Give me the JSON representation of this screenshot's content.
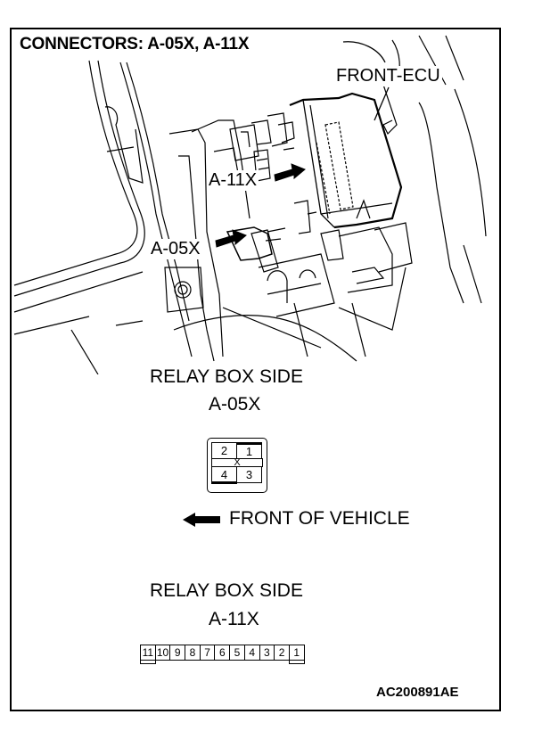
{
  "title": "CONNECTORS: A-05X, A-11X",
  "illustration": {
    "labels": {
      "front_ecu": "FRONT-ECU",
      "a11x": "A-11X",
      "a05x": "A-05X"
    }
  },
  "connector_a05x": {
    "side_label": "RELAY BOX SIDE",
    "name": "A-05X",
    "pins_top": [
      "2",
      "1"
    ],
    "pins_bottom": [
      "4",
      "3"
    ],
    "center_mark": "X"
  },
  "orientation": {
    "direction_icon": "arrow-left-icon",
    "label": "FRONT OF VEHICLE"
  },
  "connector_a11x": {
    "side_label": "RELAY BOX SIDE",
    "name": "A-11X",
    "pins": [
      "11",
      "10",
      "9",
      "8",
      "7",
      "6",
      "5",
      "4",
      "3",
      "2",
      "1"
    ],
    "keyed_pins": [
      "11",
      "1"
    ]
  },
  "figure_code": "AC200891AE"
}
